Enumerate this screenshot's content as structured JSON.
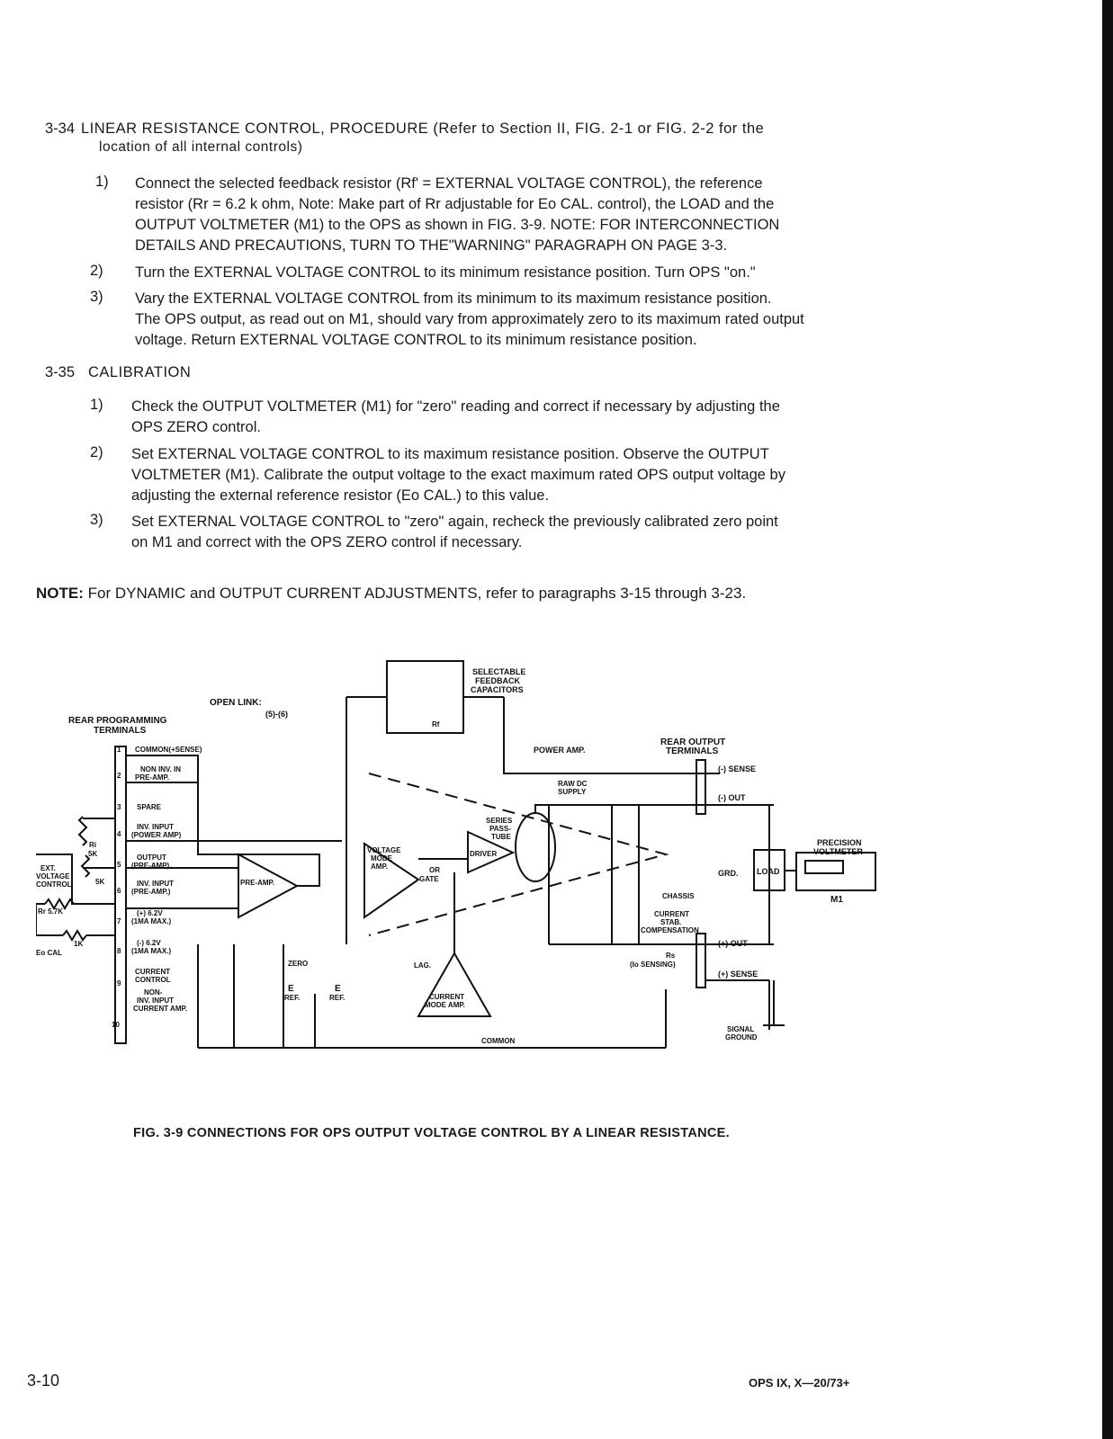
{
  "section_334": {
    "number": "3-34",
    "title": "LINEAR RESISTANCE CONTROL, PROCEDURE (Refer to Section II, FIG. 2-1 or FIG. 2-2 for the",
    "title_cont": "location of all internal controls)",
    "steps": [
      {
        "num": "1)",
        "lines": [
          "Connect the selected feedback resistor (Rf' = EXTERNAL VOLTAGE CONTROL), the reference",
          "resistor (Rr = 6.2 k ohm, Note: Make part of Rr adjustable for Eo CAL. control), the LOAD and the",
          "OUTPUT VOLTMETER (M1) to the OPS as shown in FIG. 3-9. NOTE: FOR INTERCONNECTION",
          "DETAILS AND PRECAUTIONS, TURN TO THE\"WARNING\" PARAGRAPH ON PAGE 3-3."
        ]
      },
      {
        "num": "2)",
        "lines": [
          "Turn the EXTERNAL VOLTAGE CONTROL to its minimum resistance position. Turn OPS \"on.\""
        ]
      },
      {
        "num": "3)",
        "lines": [
          "Vary the EXTERNAL VOLTAGE CONTROL from its minimum to its maximum resistance position.",
          "The OPS output, as read out on M1, should vary from approximately zero to its maximum rated output",
          "voltage. Return EXTERNAL VOLTAGE CONTROL to its minimum resistance position."
        ]
      }
    ]
  },
  "section_335": {
    "number": "3-35",
    "title": "CALIBRATION",
    "steps": [
      {
        "num": "1)",
        "lines": [
          "Check the OUTPUT VOLTMETER (M1) for \"zero\" reading and correct if necessary by adjusting the",
          "OPS ZERO control."
        ]
      },
      {
        "num": "2)",
        "lines": [
          "Set EXTERNAL VOLTAGE CONTROL to its maximum resistance position. Observe the OUTPUT",
          "VOLTMETER (M1). Calibrate the output voltage to the exact maximum rated OPS output voltage by",
          "adjusting the external reference resistor (Eo CAL.) to this value."
        ]
      },
      {
        "num": "3)",
        "lines": [
          "Set EXTERNAL VOLTAGE CONTROL to \"zero\" again, recheck the previously calibrated zero point",
          "on M1 and correct with the OPS ZERO control if necessary."
        ]
      }
    ]
  },
  "note": {
    "label": "NOTE:",
    "text": "For DYNAMIC and OUTPUT CURRENT ADJUSTMENTS, refer to paragraphs 3-15 through 3-23."
  },
  "diagram": {
    "labels": {
      "rear_prog": "REAR PROGRAMMING",
      "terminals": "TERMINALS",
      "open_link": "OPEN LINK:",
      "open_link_val": "(5)-(6)",
      "sel_fb": "SELECTABLE",
      "sel_fb2": "FEEDBACK",
      "sel_fb3": "CAPACITORS",
      "rf": "Rf",
      "power_amp": "POWER AMP.",
      "rear_out": "REAR OUTPUT",
      "rear_out2": "TERMINALS",
      "minus_sense": "(-) SENSE",
      "minus_out": "(-) OUT",
      "plus_out": "(+) OUT",
      "plus_sense": "(+) SENSE",
      "raw_dc": "RAW DC",
      "supply": "SUPPLY",
      "series": "SERIES",
      "pass": "PASS-",
      "tube": "TUBE",
      "driver": "DRIVER",
      "vma1": "VOLTAGE",
      "vma2": "MODE",
      "vma3": "AMP.",
      "or": "OR",
      "gate": "GATE",
      "pre_amp": "PRE-AMP.",
      "grd": "GRD.",
      "load": "LOAD",
      "precision": "PRECISION",
      "voltmeter": "VOLTMETER",
      "m1": "M1",
      "chassis": "CHASSIS",
      "cur_stab1": "CURRENT",
      "cur_stab2": "STAB.",
      "cur_stab3": "COMPENSATION",
      "rs": "Rs",
      "io_sensing": "(Io SENSING)",
      "signal": "SIGNAL",
      "ground": "GROUND",
      "common": "COMMON",
      "zero": "ZERO",
      "lag": "LAG.",
      "cma1": "CURRENT",
      "cma2": "MODE AMP.",
      "e_ref1": "E",
      "ref1": "REF.",
      "e_ref2": "E",
      "ref2": "REF.",
      "ext1": "EXT.",
      "ext2": "VOLTAGE",
      "ext3": "CONTROL",
      "ri": "Ri",
      "ri_val": "5K",
      "r5k": "5K",
      "rr": "Rr 5.7K",
      "r1k": "1K",
      "eo_cal": "Eo CAL",
      "t1": "COMMON(+SENSE)",
      "t2a": "NON INV. IN",
      "t2b": "PRE-AMP.",
      "t3": "SPARE",
      "t4a": "INV. INPUT",
      "t4b": "(POWER AMP)",
      "t5a": "OUTPUT",
      "t5b": "(PRE-AMP)",
      "t6a": "INV. INPUT",
      "t6b": "(PRE-AMP.)",
      "t7a": "(+) 6.2V",
      "t7b": "(1MA MAX.)",
      "t8a": "(-) 6.2V",
      "t8b": "(1MA MAX.)",
      "t9a": "CURRENT",
      "t9b": "CONTROL",
      "t10a": "NON-",
      "t10b": "INV. INPUT",
      "t10c": "CURRENT AMP.",
      "n1": "1",
      "n2": "2",
      "n3": "3",
      "n4": "4",
      "n5": "5",
      "n6": "6",
      "n7": "7",
      "n8": "8",
      "n9": "9",
      "n10": "10"
    }
  },
  "caption": "FIG. 3-9 CONNECTIONS FOR OPS OUTPUT VOLTAGE CONTROL BY A LINEAR RESISTANCE.",
  "footer": {
    "page": "3-10",
    "doc": "OPS IX, X—20/73+"
  }
}
